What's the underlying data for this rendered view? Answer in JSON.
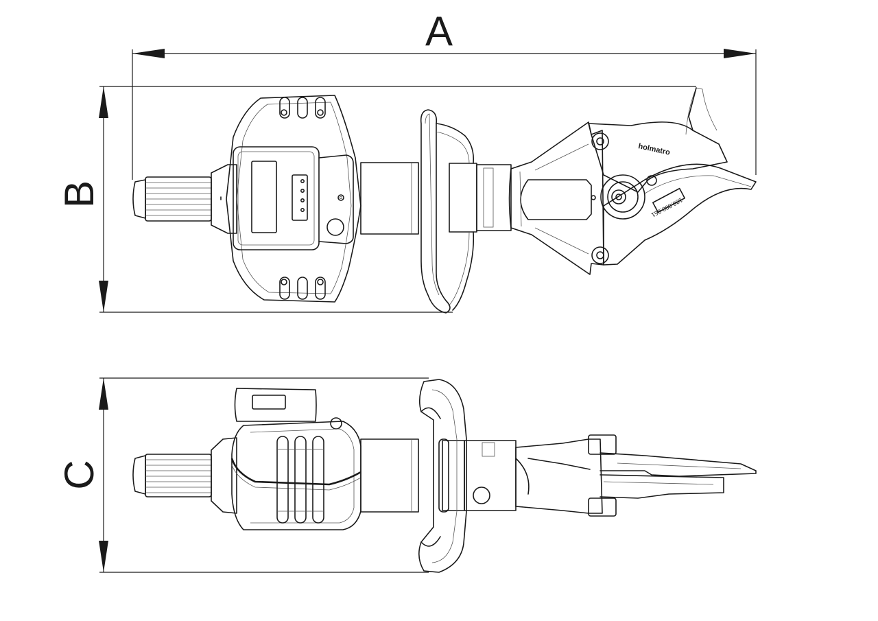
{
  "dimensions": {
    "a": "A",
    "b": "B",
    "c": "C"
  },
  "tool": {
    "brand": "holmatro",
    "code": "180.000.061"
  }
}
